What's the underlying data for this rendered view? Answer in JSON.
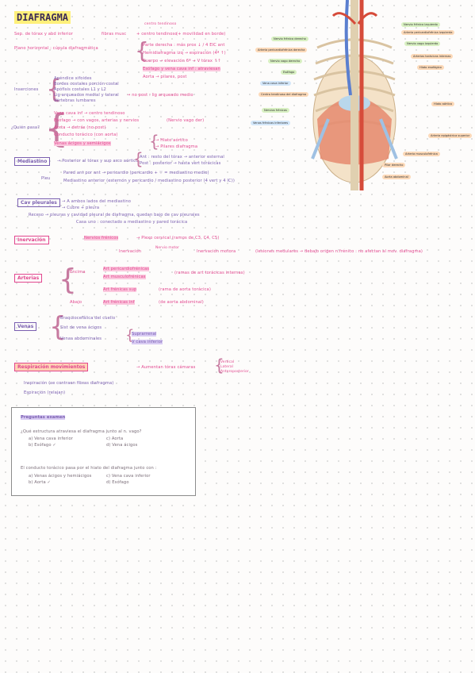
{
  "title": "DIAFRAGMA",
  "intro": {
    "line1_a": "Sep. de tórax y abd inferior",
    "line1_b": "fibras musc",
    "line1_c": "+ centro tendinoso",
    "line1_d": "(+ movilidad en borde)",
    "line1_top": "centro tendinoso",
    "line2_a": "Plano horizontal : cúpula diafragmática",
    "cupula": [
      "Parte derecha : más prox ↓ / 4 EIC ant",
      "Hemidiafragma izq → espiración (4ª ↑)",
      "Cuerpo → elevación 6ª → V tórax ↑↑",
      "Esófago y vena cava inf : atraviesan",
      "Aorta → pilares, post"
    ]
  },
  "inserciones": {
    "label": "Inserciones",
    "items": [
      "Apéndice xifoides",
      "Bordes costales porción costal",
      "Apófisis costales L1 y L2",
      "Lig arqueados medial y lateral",
      "Vértebras lumbares"
    ],
    "right": "→ no post : lig arqueado medio"
  },
  "quien_pasa": {
    "label": "¿Quién pasa?",
    "items": [
      "Vena cava inf → centro tendinoso",
      "Esófago → con vagos, arterias y nervios",
      "Aorta → detrás (no post)",
      "Conducto torácico (con aorta)",
      "Venas ácigos y semiácigos"
    ],
    "extra": [
      "(Nervio vago der)",
      "→ Hiato aórtico",
      "→ Pilares diafragma"
    ]
  },
  "mediastino": {
    "label": "Mediastino",
    "text1": "→ Posterior al tórax y sup arco aórtico",
    "text2": "Ant : resto del tórax → anterior esternal",
    "text3": "Post : posterior → hasta vert torácicas",
    "pleu": "Pleu",
    "pleu1": "Pared ant por ant → pericardio (pericardio + ♡ = mediastino medio)",
    "pleu2": "Mediastino anterior (esternón y pericardio / mediastino posterior (4 vert y 4 IC))"
  },
  "cav_pleurales": {
    "label": "Cav pleurales",
    "l1": "→ A ambos lados del mediastino",
    "l2": "→ Cubre + pleura",
    "l3": "Receso → pleuras y cavidad pleural de diafragma, quedan bajo de cav pleurales",
    "l4": "Casa uno : conectado a mediastino y pared torácica"
  },
  "inervacion": {
    "label": "Inervación",
    "a": "Nervios frénicos",
    "a1": "→ Plexo cervical (ramos de C3, C4, C5)",
    "b": "Inervación",
    "b1": "Nervio motor",
    "b2": "Inervación motora",
    "b3": "(lesiones medulares → debajo origen n.frénico : no afectan al mov. diafragma)"
  },
  "arterias": {
    "label": "Arterias",
    "encima": "Encima",
    "e1": "Art pericardiofrénicas",
    "e2": "Art musculofrénicas",
    "e3": "Art frénicas sup",
    "ramas": "(ramas de art torácicas internas)",
    "aorta": "(rama de aorta torácica)",
    "abajo": "Abajo",
    "a1": "Art frénicas inf",
    "a2": "(de aorta abdominal)"
  },
  "venas": {
    "label": "Venas",
    "v1": "Braquiocefálica del cuello",
    "v2": "Sist de vena ácigos",
    "v3": "Venas abdominales",
    "v4": "Suprarrenal",
    "v5": "V cava inferior"
  },
  "respiracion": {
    "label": "Respiración movimientos",
    "text": "→ Aumentan tórax cámaras",
    "right": [
      "Vertical",
      "Lateral",
      "Anteroposterior"
    ],
    "i1": "Inspiración (se contraen fibras diafragma)",
    "i2": "Espiración (relajan)"
  },
  "exam": {
    "title": "Preguntas examen",
    "q1": "¿Qué estructura atraviesa el diafragma junto al n. vago?",
    "q1a": [
      "a) Vena cava inferior",
      "b) Esófago ✓"
    ],
    "q1b": [
      "c) Aorta",
      "d) Vena ácigos"
    ],
    "q2": "El conducto torácico pasa por el hiato del diafragma junto con :",
    "q2a": [
      "a) Venas ácigos y hemiácigos",
      "b) Aorta ✓"
    ],
    "q2b": [
      "c) Vena cava inferior",
      "d) Esófago"
    ]
  },
  "anatomy_labels": {
    "right": [
      "Nervio frénico izquierdo",
      "Arteria pericardiofrénica izquierda",
      "Nervio vago izquierdo",
      "Arterias torácicas internas",
      "Hiato esofágico",
      "Hiato aórtico",
      "Arteria epigástrica superior",
      "Arteria musculofrénica",
      "Pilar derecho",
      "Aorta abdominal"
    ],
    "left": [
      "Nervio frénico derecho",
      "Arteria pericardiofrénica derecha",
      "Nervio vago derecho",
      "Esófago",
      "Vena cava inferior",
      "Centro tendinoso del diafragma",
      "Nervios frénicos",
      "Venas frénicas inferiores"
    ]
  }
}
